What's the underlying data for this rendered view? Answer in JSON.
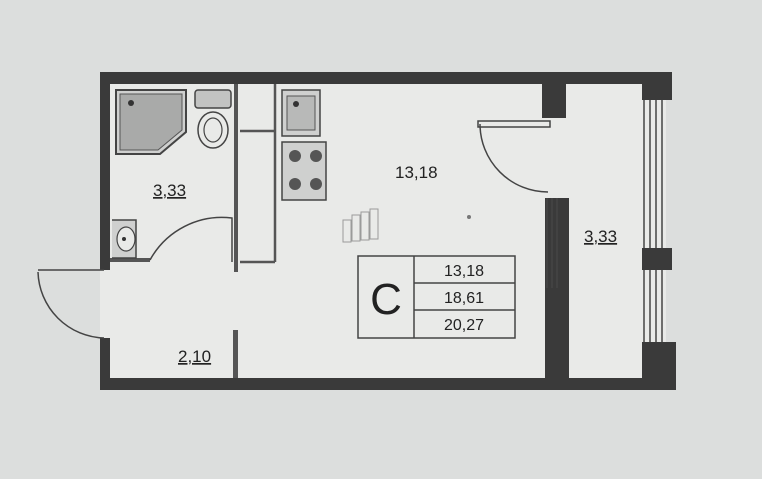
{
  "rooms": {
    "bathroom_area": "3,33",
    "main_room_area": "13,18",
    "hallway_area": "2,10",
    "loggia_area": "3,33"
  },
  "summary": {
    "type_letter": "С",
    "living_area": "13,18",
    "total_area": "18,61",
    "total_with_loggia": "20,27"
  },
  "colors": {
    "paper": "#dcdedd",
    "wall": "#3a3a3a",
    "line": "#444444"
  }
}
